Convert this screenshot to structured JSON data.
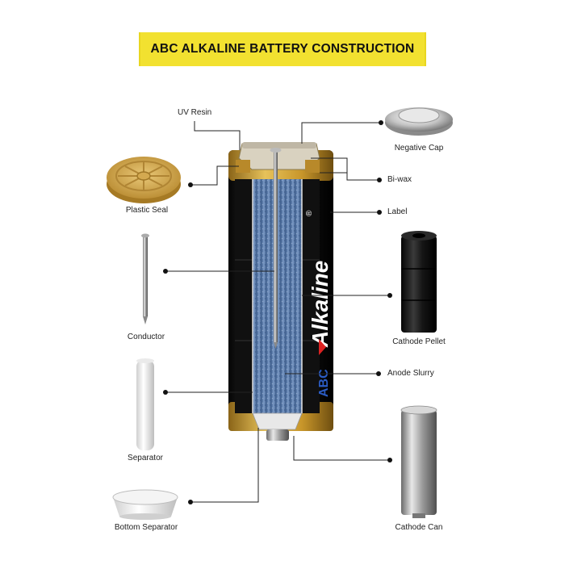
{
  "title": "ABC ALKALINE BATTERY CONSTRUCTION",
  "battery": {
    "brand_word": "Alkaline",
    "brand_prefix": "ABC",
    "registered_mark": "®"
  },
  "labels": {
    "uv_resin": "UV Resin",
    "negative_cap": "Negative Cap",
    "plastic_seal": "Plastic Seal",
    "bi_wax": "Bi-wax",
    "label": "Label",
    "conductor": "Conductor",
    "cathode_pellet": "Cathode Pellet",
    "anode_slurry": "Anode Slurry",
    "separator": "Separator",
    "bottom_separator": "Bottom Separator",
    "cathode_can": "Cathode Can"
  },
  "colors": {
    "banner": "#f2e130",
    "gold": "#d4a93a",
    "anode_blue": "#5a7aa8",
    "black": "#141414",
    "leader_line": "#222222"
  }
}
